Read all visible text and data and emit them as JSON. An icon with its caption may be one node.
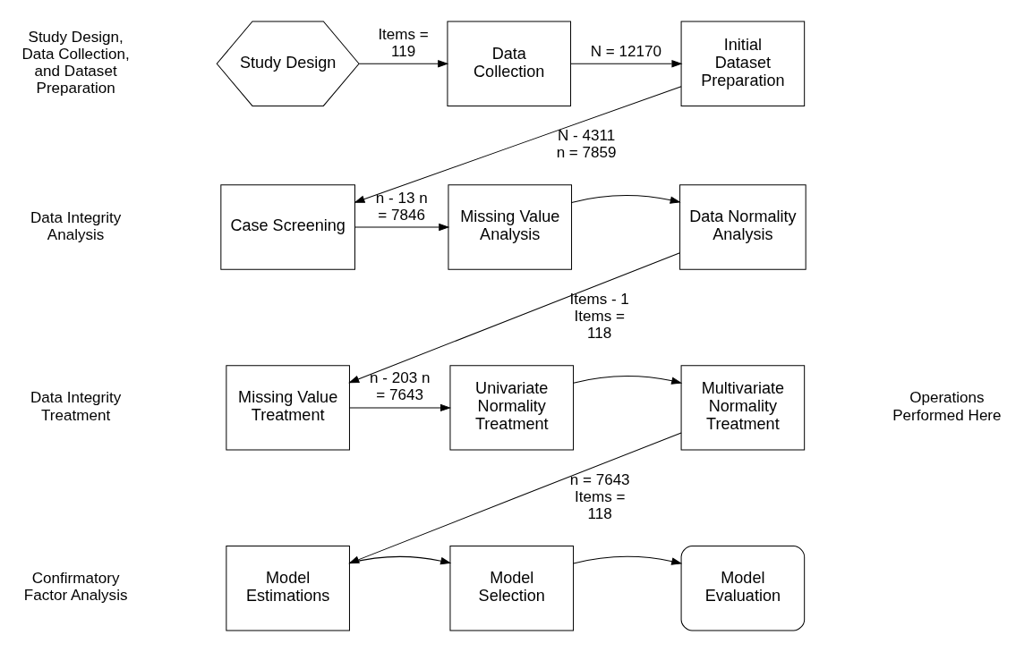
{
  "diagram": {
    "nodes": [
      {
        "text": [
          "Study Design"
        ]
      },
      {
        "text": [
          "Data Collection"
        ]
      },
      {
        "text": [
          "Initial Dataset Preparation"
        ]
      },
      {
        "text": [
          "Case Screening"
        ]
      },
      {
        "text": [
          "Missing Value Analysis"
        ]
      },
      {
        "text": [
          "Data Normality Analysis"
        ]
      },
      {
        "text": [
          "Missing Value Treatment"
        ]
      },
      {
        "text": [
          "Univariate Normality Treatment"
        ]
      },
      {
        "text": [
          "Multivariate Normality Treatment"
        ]
      },
      {
        "text": [
          "Model Estimations"
        ]
      },
      {
        "text": [
          "Model Selection"
        ]
      },
      {
        "text": [
          "Model Evaluation"
        ]
      }
    ],
    "edges": [
      {
        "from": 0,
        "to": 1,
        "arrow": "to",
        "label": "Items = 119"
      },
      {
        "from": 1,
        "to": 2,
        "arrow": "to",
        "label": "N = 12170"
      },
      {
        "from": 2,
        "to": 3,
        "arrow": "to",
        "label": "N - 4311 n = 7859"
      },
      {
        "from": 3,
        "to": 4,
        "arrow": "to",
        "label": "n - 13 n = 7846"
      },
      {
        "from": 4,
        "to": 5,
        "arrow": "to"
      },
      {
        "from": 5,
        "to": 6,
        "arrow": "to",
        "label": "Items - 1 Items = 118"
      },
      {
        "from": 6,
        "to": 7,
        "arrow": "to",
        "label": "n - 203 n = 7643"
      },
      {
        "from": 7,
        "to": 8,
        "arrow": "to"
      },
      {
        "from": 8,
        "to": 9,
        "arrow": "to",
        "label": "n = 7643 Items = 118"
      },
      {
        "from": 9,
        "to": 10,
        "arrow": "to"
      },
      {
        "from": 10,
        "to": 11,
        "arrow": "to"
      }
    ],
    "labels": [
      "Study Design, Data Collection, and Dataset Preparation",
      "Data Integrity Analysis",
      "Data Integrity Treatment",
      "Operations Performed Here",
      "Confirmatory Factor Analysis"
    ]
  }
}
